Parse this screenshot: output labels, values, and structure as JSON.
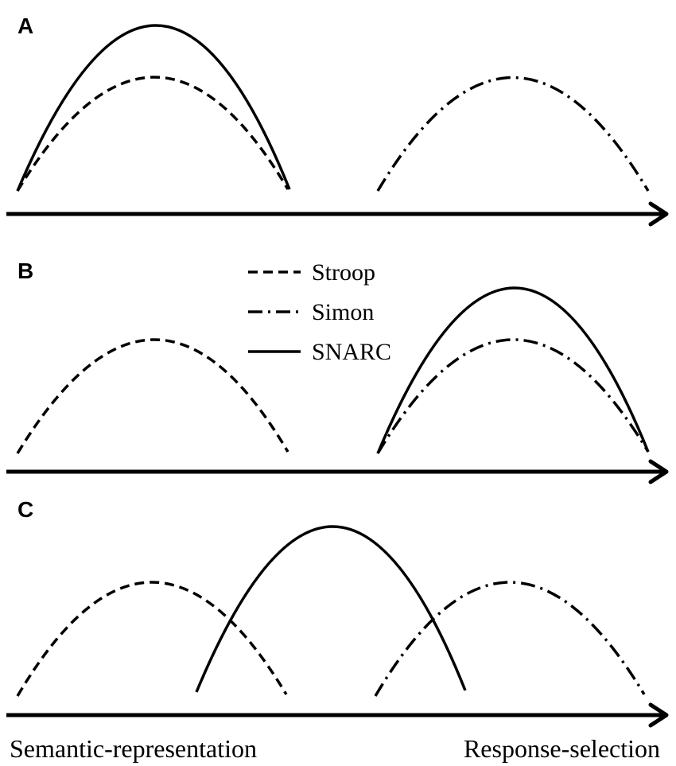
{
  "panels": [
    {
      "label": "A",
      "curves": [
        {
          "series": "SNARC",
          "style": "solid",
          "peak": "high"
        },
        {
          "series": "Stroop",
          "style": "dashed",
          "peak": "low"
        },
        {
          "series": "Simon",
          "style": "dashdot",
          "peak": "low"
        }
      ]
    },
    {
      "label": "B",
      "curves": [
        {
          "series": "Stroop",
          "style": "dashed",
          "peak": "low"
        },
        {
          "series": "SNARC",
          "style": "solid",
          "peak": "high"
        },
        {
          "series": "Simon",
          "style": "dashdot",
          "peak": "low"
        }
      ]
    },
    {
      "label": "C",
      "curves": [
        {
          "series": "Stroop",
          "style": "dashed",
          "peak": "low"
        },
        {
          "series": "SNARC",
          "style": "solid",
          "peak": "high"
        },
        {
          "series": "Simon",
          "style": "dashdot",
          "peak": "low"
        }
      ]
    }
  ],
  "legend": [
    {
      "label": "Stroop",
      "style": "dashed"
    },
    {
      "label": "Simon",
      "style": "dashdot"
    },
    {
      "label": "SNARC",
      "style": "solid"
    }
  ],
  "axis": {
    "left_label": "Semantic-representation",
    "right_label": "Response-selection"
  },
  "colors": {
    "line": "#000000",
    "background": "#ffffff"
  }
}
